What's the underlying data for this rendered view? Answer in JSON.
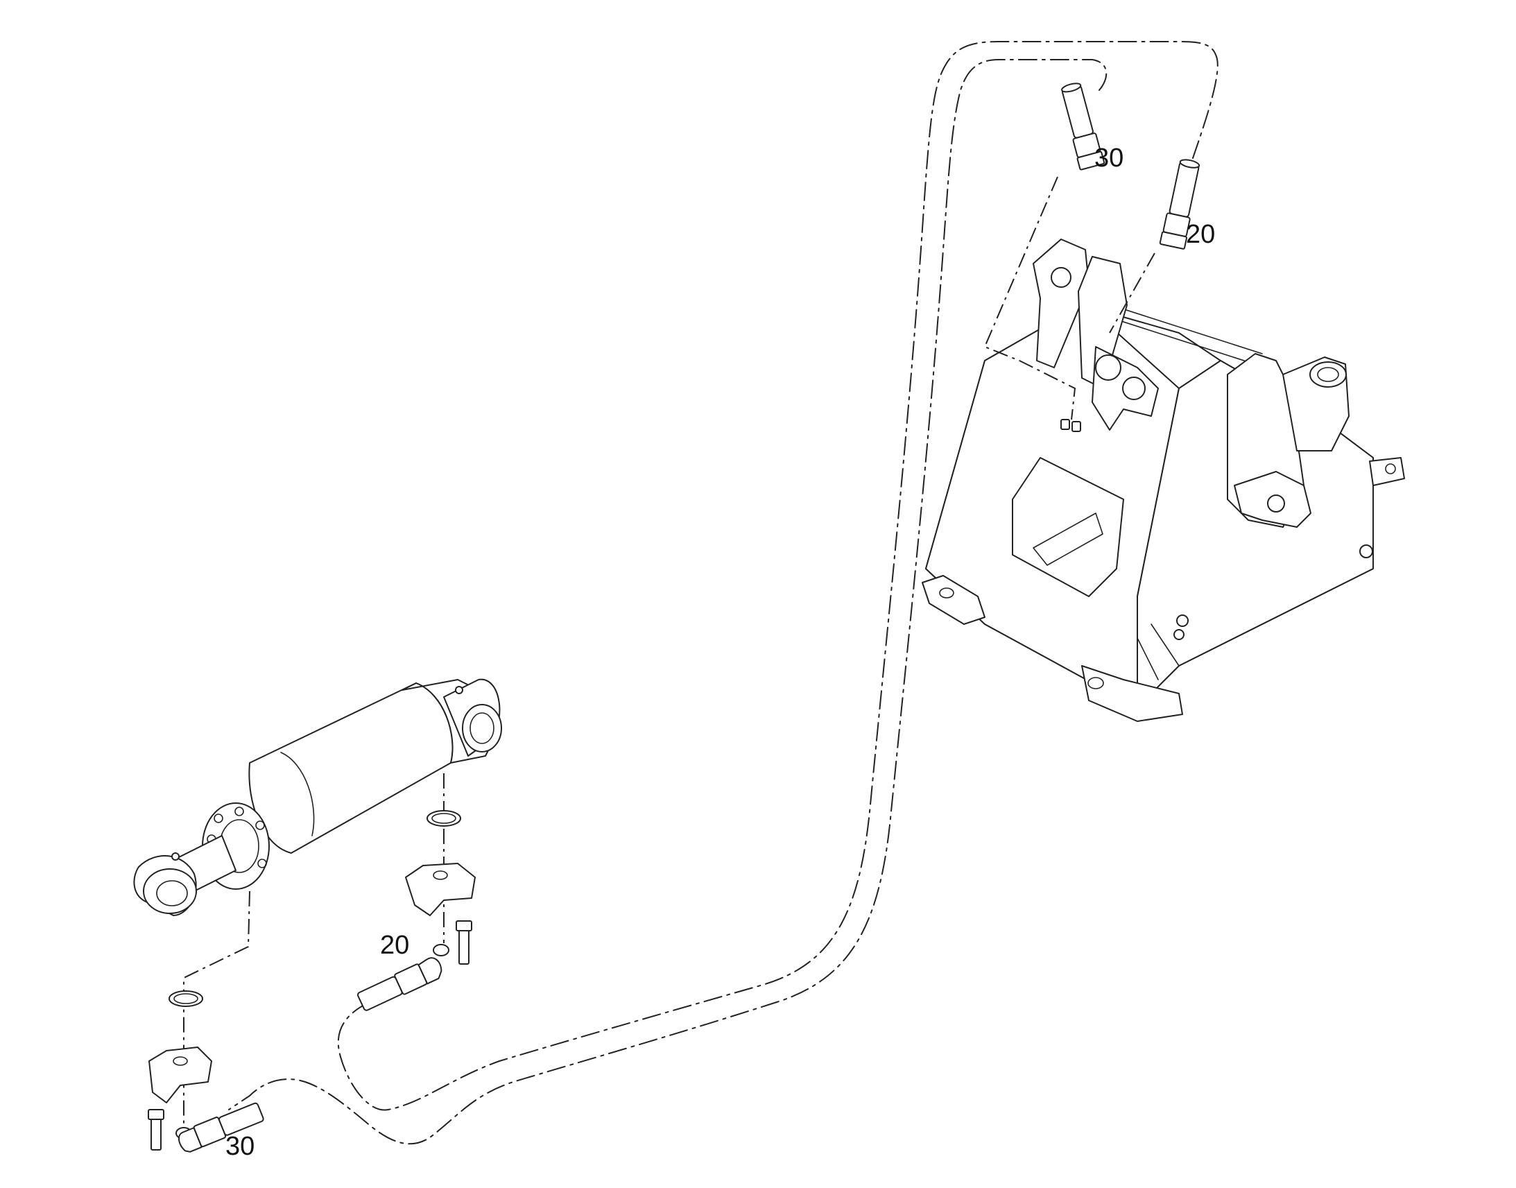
{
  "callouts": [
    {
      "id": "hose-30-top",
      "text": "30"
    },
    {
      "id": "hose-20-top",
      "text": "20"
    },
    {
      "id": "hose-20-bottom",
      "text": "20"
    },
    {
      "id": "hose-30-bottom",
      "text": "30"
    }
  ],
  "colors": {
    "line": "#222222",
    "background": "#ffffff"
  }
}
